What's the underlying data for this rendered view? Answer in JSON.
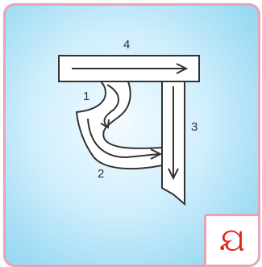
{
  "steps": [
    "1",
    "2",
    "3",
    "4"
  ],
  "badge": {
    "glyph": "ଯ"
  },
  "colors": {
    "border": "#e8a3b8",
    "glyph_red": "#e2231a",
    "stroke": "#333333"
  }
}
